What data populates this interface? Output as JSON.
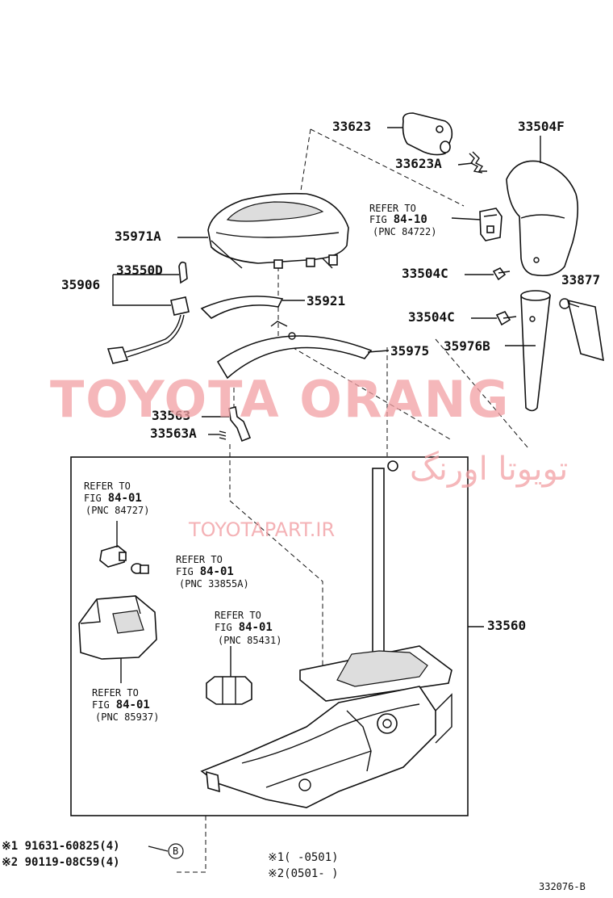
{
  "labels": {
    "p33623": "33623",
    "p33623a": "33623A",
    "p33504f": "33504F",
    "p35971a": "35971A",
    "p33550d": "33550D",
    "p35906": "35906",
    "p33504c_1": "33504C",
    "p33877": "33877",
    "p35921": "35921",
    "p33504c_2": "33504C",
    "p35975": "35975",
    "p35976b": "35976B",
    "p33563": "33563",
    "p33563a": "33563A",
    "p33560": "33560"
  },
  "refs": {
    "r1": {
      "l1": "REFER TO",
      "l2a": "FIG",
      "l2b": "84-10",
      "l3": "(PNC 84722)"
    },
    "r2": {
      "l1": "REFER TO",
      "l2a": "FIG",
      "l2b": "84-01",
      "l3": "(PNC 84727)"
    },
    "r3": {
      "l1": "REFER TO",
      "l2a": "FIG",
      "l2b": "84-01",
      "l3": "(PNC 33855A)"
    },
    "r4": {
      "l1": "REFER TO",
      "l2a": "FIG",
      "l2b": "84-01",
      "l3": "(PNC 85431)"
    },
    "r5": {
      "l1": "REFER TO",
      "l2a": "FIG",
      "l2b": "84-01",
      "l3": "(PNC 85937)"
    }
  },
  "footer": {
    "bolt1": "※1 91631-60825(4)",
    "bolt2": "※2 90119-08C59(4)",
    "circle_b": "B",
    "note1": "※1(     -0501)",
    "note2": "※2(0501-     )",
    "drawing_no": "332076-B"
  },
  "watermark": {
    "line1": "TOYOTA ORANG",
    "line2": "تویوتا اورنگ",
    "line3": "TOYOTAPART.IR"
  }
}
